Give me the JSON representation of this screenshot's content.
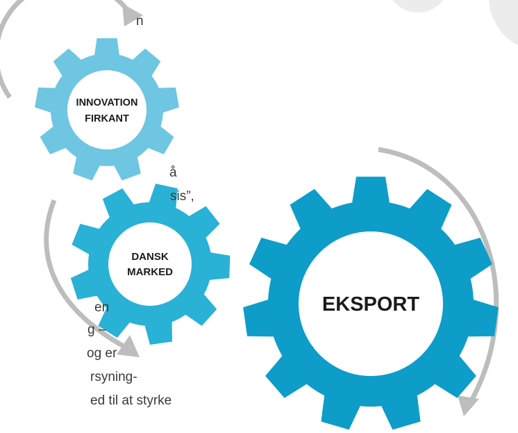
{
  "diagram": {
    "gears": [
      {
        "id": "innovation",
        "label_lines": [
          "INNOVATION",
          "FIRKANT"
        ],
        "color": "#6ec6e2"
      },
      {
        "id": "dansk",
        "label_lines": [
          "DANSK",
          "MARKED"
        ],
        "color": "#29b1d6"
      },
      {
        "id": "eksport",
        "label_lines": [
          "EKSPORT"
        ],
        "color": "#0d9dc8"
      }
    ],
    "arrow_color": "#bdbdbd",
    "corner_shape_color": "#ececec"
  },
  "text_fragments": [
    "n",
    "å",
    "sis”,",
    "en",
    "g –",
    "og er",
    "rsyning-",
    "ed til at styrke"
  ]
}
